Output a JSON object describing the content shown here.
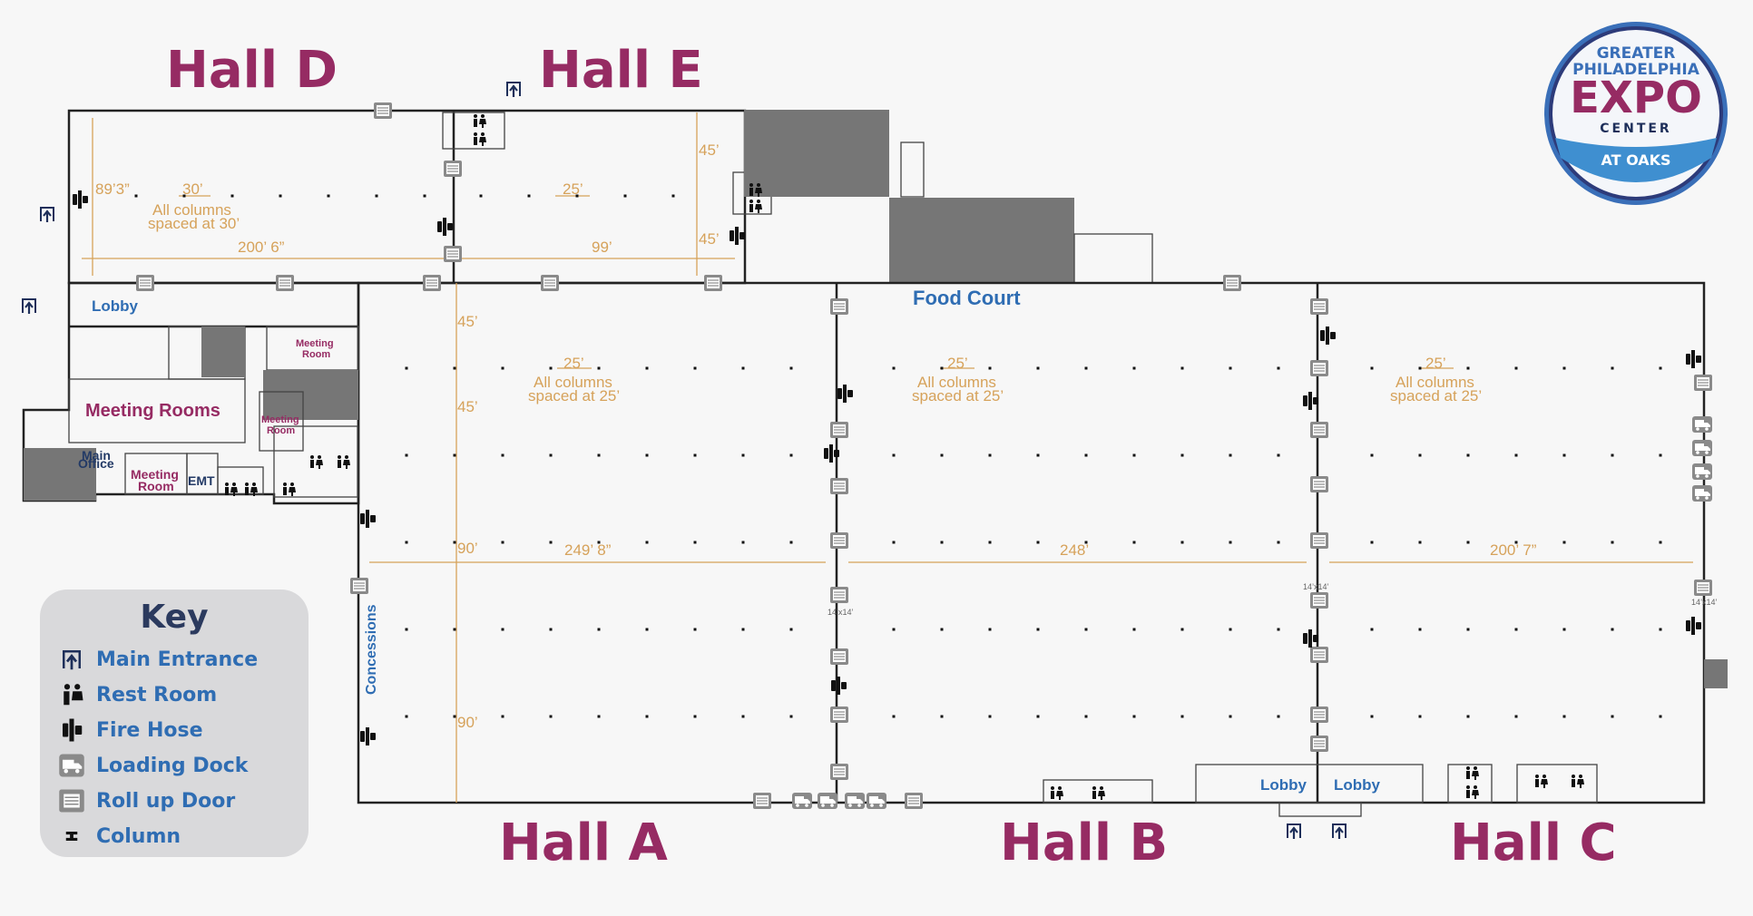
{
  "halls": {
    "a": "Hall A",
    "b": "Hall B",
    "c": "Hall C",
    "d": "Hall D",
    "e": "Hall E"
  },
  "areas": {
    "food_court": "Food Court",
    "lobby_top": "Lobby",
    "lobby_b": "Lobby",
    "lobby_c": "Lobby",
    "meeting_rooms": "Meeting Rooms",
    "meeting_room_a_line1": "Meeting",
    "meeting_room_a_line2": "Room",
    "meeting_room_b_line1": "Meeting",
    "meeting_room_b_line2": "Room",
    "meeting_room_c_line1": "Meeting",
    "meeting_room_c_line2": "Room",
    "main_office_line1": "Main",
    "main_office_line2": "Office",
    "emt": "EMT",
    "concessions": "Concessions"
  },
  "dimensions": {
    "hall_d": {
      "height": "89’3”",
      "col": "30’",
      "note1": "All columns",
      "note2": "spaced at 30’",
      "width": "200’ 6”"
    },
    "hall_e": {
      "col": "25’",
      "width": "99’",
      "side1": "45’",
      "side2": "45’"
    },
    "hall_a": {
      "col": "25’",
      "note1": "All columns",
      "note2": "spaced at 25’",
      "width": "249’ 8”",
      "v1": "45’",
      "v2": "45’",
      "v3": "90’",
      "v4": "90’"
    },
    "hall_b": {
      "col": "25’",
      "note1": "All columns",
      "note2": "spaced at 25’",
      "width": "248’"
    },
    "hall_c": {
      "col": "25’",
      "note1": "All columns",
      "note2": "spaced at 25’",
      "width": "200’ 7”"
    },
    "door_small_1": "14’x14’",
    "door_small_2": "14’x14’",
    "door_small_3": "14’x14’"
  },
  "key": {
    "title": "Key",
    "items": [
      {
        "label": "Main Entrance",
        "icon": "main-entrance-icon"
      },
      {
        "label": "Rest Room",
        "icon": "restroom-icon"
      },
      {
        "label": "Fire Hose",
        "icon": "fire-hose-icon"
      },
      {
        "label": "Loading Dock",
        "icon": "loading-dock-icon"
      },
      {
        "label": "Roll up Door",
        "icon": "rollup-door-icon"
      },
      {
        "label": "Column",
        "icon": "column-icon"
      }
    ]
  },
  "logo": {
    "line1": "GREATER",
    "line2": "PHILADELPHIA",
    "line3": "EXPO",
    "line4": "CENTER",
    "line5": "AT OAKS"
  },
  "colors": {
    "hall_title": "#962b63",
    "label_blue": "#2f6db3",
    "dimension": "#d6a25a",
    "key_bg": "#d9d9db"
  }
}
